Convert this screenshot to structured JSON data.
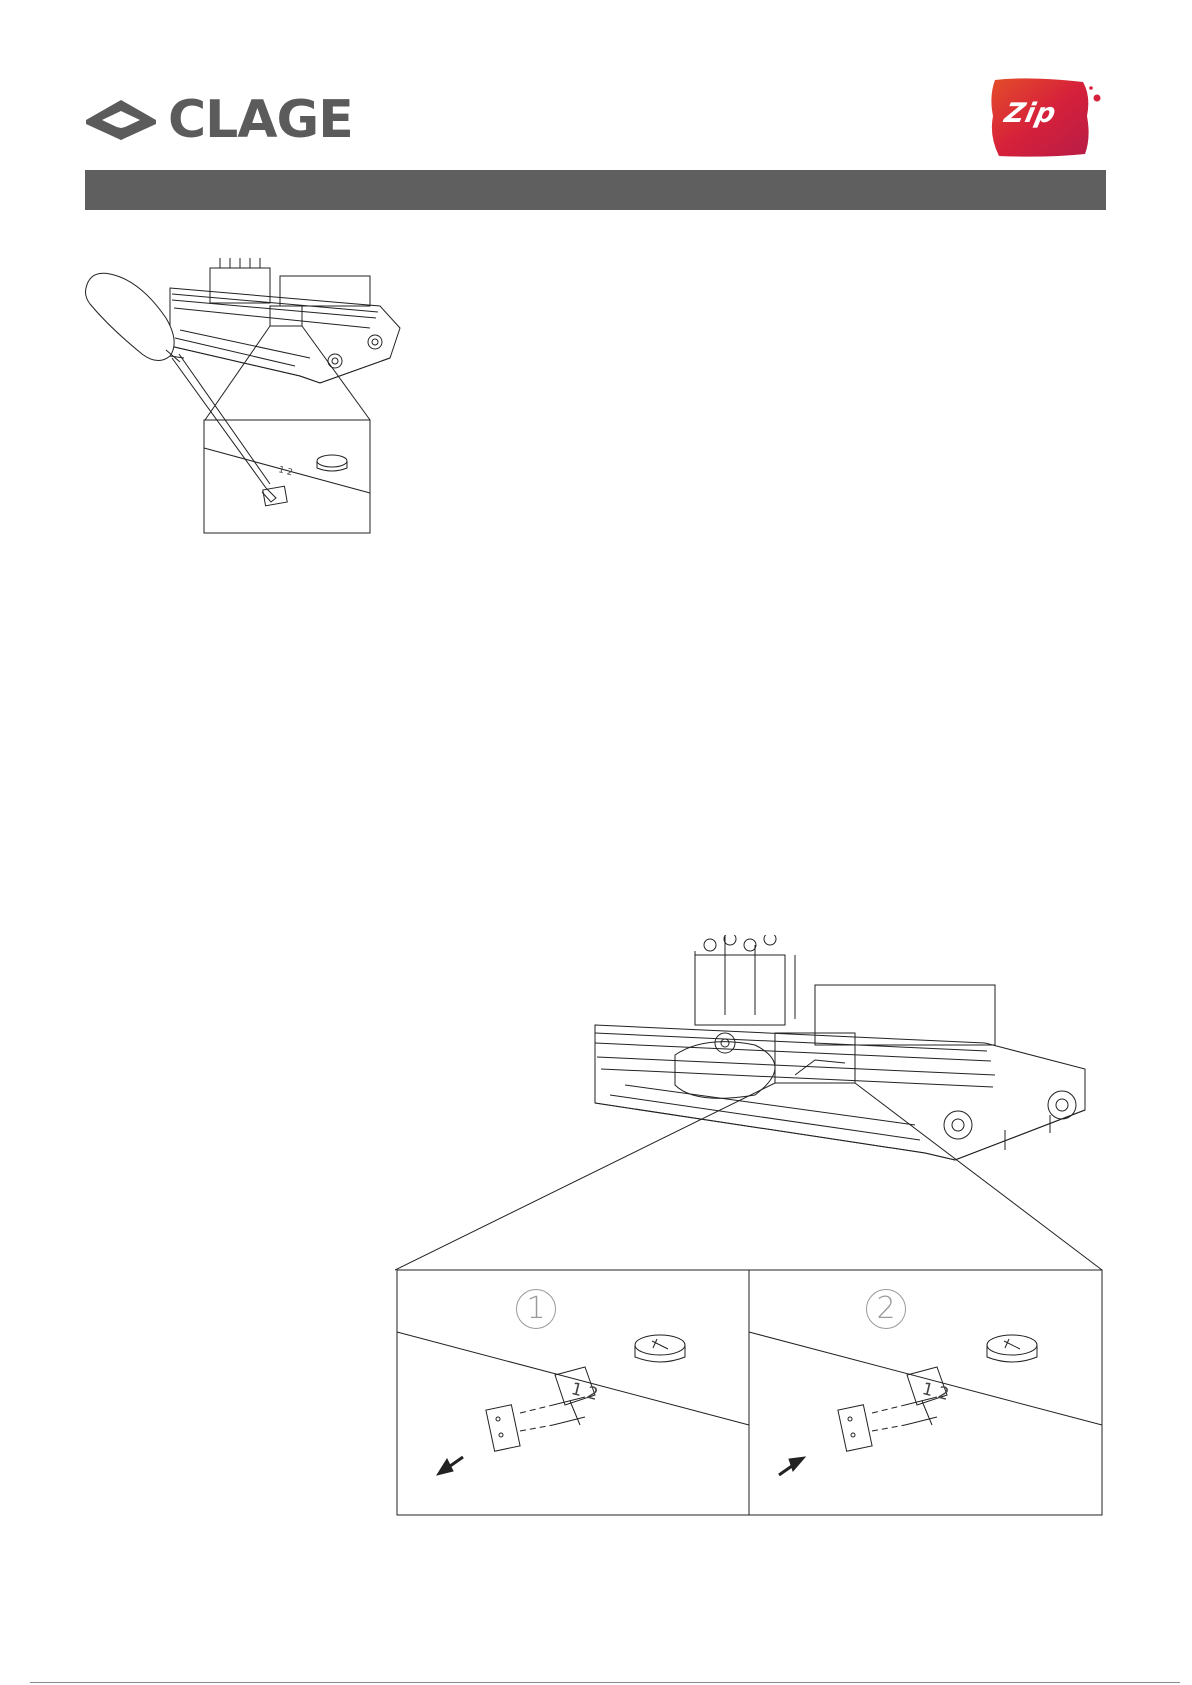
{
  "brand": {
    "clage_wordmark": "CLAGE",
    "clage_color": "#5b5b5b",
    "zip_wordmark": "Zip",
    "zip_colors": [
      "#d6213a",
      "#b81c47",
      "#e44d2a"
    ]
  },
  "header_bar": {
    "color": "#5f5f5f"
  },
  "figure_small": {
    "icon": "screwdriver-icon"
  },
  "figure_large": {
    "steps": [
      {
        "label": "1",
        "diode_labels": "1 2",
        "arrow": "pull-out-arrow-icon"
      },
      {
        "label": "2",
        "diode_labels": "1 2",
        "arrow": "push-in-arrow-icon"
      }
    ]
  }
}
